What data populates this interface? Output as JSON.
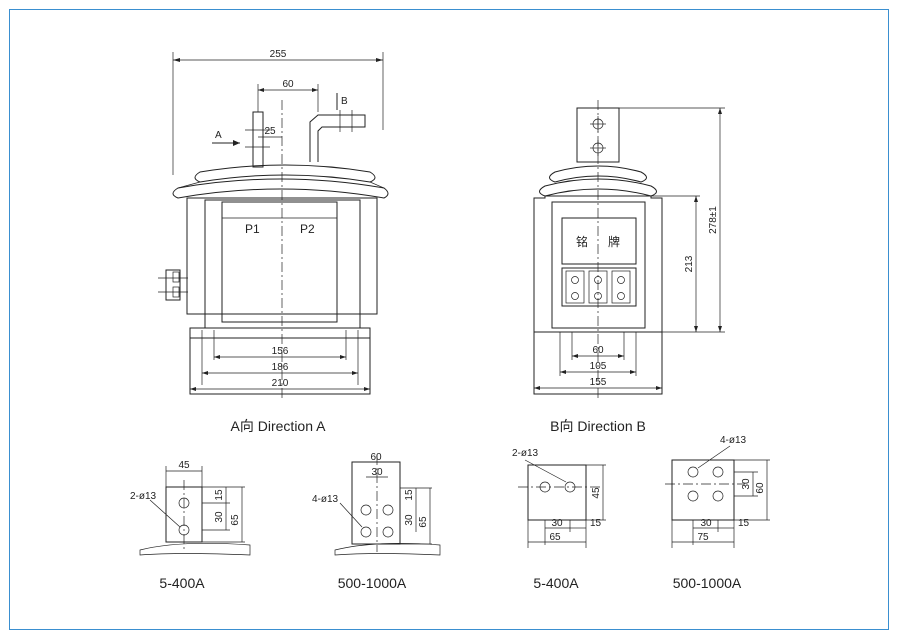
{
  "view_a": {
    "dims": {
      "overall_top": "255",
      "spacing_top": "60",
      "offset": "25",
      "base_inner": "156",
      "base_mid": "186",
      "base_outer": "210"
    },
    "arrow_a": "A",
    "arrow_b": "B",
    "terminal_p1": "P1",
    "terminal_p2": "P2",
    "caption": "A向 Direction A"
  },
  "view_b": {
    "dims": {
      "height_213": "213",
      "height_278": "278±1",
      "bottom_60": "60",
      "bottom_105": "105",
      "bottom_155": "155"
    },
    "nameplate_left": "铭",
    "nameplate_right": "牌",
    "caption": "B向 Direction B"
  },
  "details": [
    {
      "caption": "5-400A",
      "hole": "2-ø13",
      "dims": [
        "45",
        "15",
        "30",
        "65"
      ]
    },
    {
      "caption": "500-1000A",
      "hole": "4-ø13",
      "dims": [
        "60",
        "30",
        "15",
        "30",
        "65"
      ]
    },
    {
      "caption": "5-400A",
      "hole": "2-ø13",
      "dims": [
        "45",
        "30",
        "15",
        "65"
      ]
    },
    {
      "caption": "500-1000A",
      "hole": "4-ø13",
      "dims": [
        "30",
        "60",
        "30",
        "15",
        "75"
      ]
    }
  ]
}
